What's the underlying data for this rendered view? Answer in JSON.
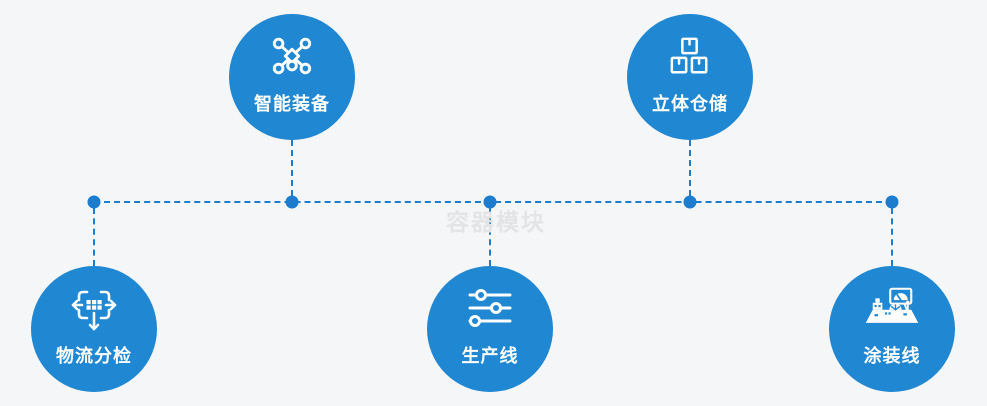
{
  "watermark": {
    "text": "容器模块"
  },
  "colors": {
    "circle": "#2087d3",
    "connector": "#1d7ccd",
    "background": "#f5f6f7",
    "watermark": "#e3e4e6",
    "foreground": "#ffffff"
  },
  "nodes": [
    {
      "id": "intelligent-equipment",
      "label": "智能装备",
      "icon": "network-nodes-icon",
      "row": "top"
    },
    {
      "id": "stereo-warehouse",
      "label": "立体仓储",
      "icon": "stacked-boxes-icon",
      "row": "top"
    },
    {
      "id": "logistics-sorting",
      "label": "物流分检",
      "icon": "sorting-arrows-icon",
      "row": "bottom"
    },
    {
      "id": "production-line",
      "label": "生产线",
      "icon": "sliders-icon",
      "row": "bottom"
    },
    {
      "id": "painting-line",
      "label": "涂装线",
      "icon": "machine-icon",
      "row": "bottom"
    }
  ]
}
